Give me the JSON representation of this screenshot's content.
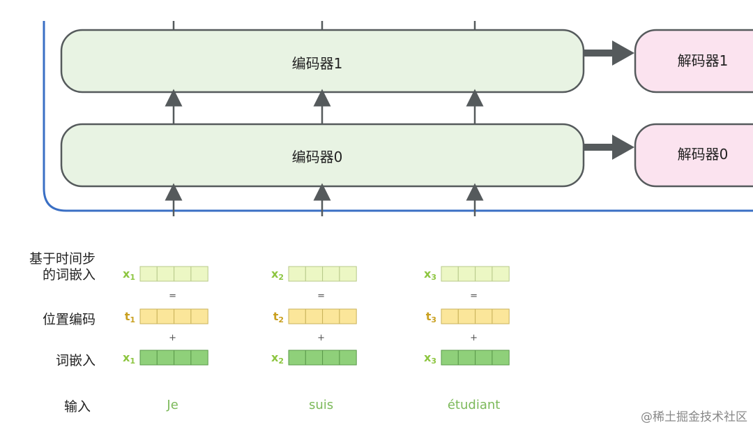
{
  "encoders": [
    {
      "label": "编码器1"
    },
    {
      "label": "编码器0"
    }
  ],
  "decoders": [
    {
      "label": "解码器1"
    },
    {
      "label": "解码器0"
    }
  ],
  "row_labels": {
    "timestep_embedding_line1": "基于时间步",
    "timestep_embedding_line2": "的词嵌入",
    "positional_encoding": "位置编码",
    "word_embedding": "词嵌入",
    "input": "输入"
  },
  "operators": {
    "equals": "=",
    "plus": "+"
  },
  "columns": [
    {
      "x_name": "x",
      "x_sub": "1",
      "t_name": "t",
      "t_sub": "1",
      "word": "Je"
    },
    {
      "x_name": "x",
      "x_sub": "2",
      "t_name": "t",
      "t_sub": "2",
      "word": "suis"
    },
    {
      "x_name": "x",
      "x_sub": "3",
      "t_name": "t",
      "t_sub": "3",
      "word": "étudiant"
    }
  ],
  "colors": {
    "encoder_fill": "#e8f3e3",
    "decoder_fill": "#fbe3ef",
    "box_stroke": "#555a5c",
    "frame": "#3a6fc4",
    "timestep_cell": "#ecf7c4",
    "position_cell": "#fbe69a",
    "embedding_cell": "#8fd07a",
    "x_label": "#8cc53f",
    "t_label": "#c9a020",
    "word": "#7cb95a"
  },
  "watermark": "@稀土掘金技术社区"
}
